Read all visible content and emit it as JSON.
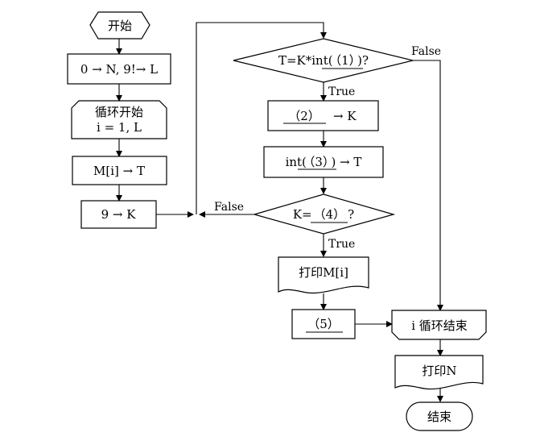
{
  "nodes": {
    "start": "开始",
    "init": "0 → N,  9!→ L",
    "loop_start_line1": "循环开始",
    "loop_start_line2": "i = 1, L",
    "assign_k": "M[i] → T",
    "set_k9": "9 → K",
    "test_t_prefix": "T=K*int(",
    "test_t_blank": "（1）",
    "test_t_suffix": ")?",
    "blank2": "（2）",
    "blank2_suffix": "→  K",
    "int_prefix": "int(",
    "blank3": "（3）",
    "int_suffix": ") →  T",
    "test_k_prefix": "K=",
    "blank4": "（4）",
    "test_k_suffix": "?",
    "print_mi": "打印M[i]",
    "blank5": "（5）",
    "loop_end": "i 循环结束",
    "print_n": "打印N",
    "end": "结束"
  },
  "labels": {
    "false_top": "False",
    "true_top": "True",
    "false_mid": "False",
    "true_mid": "True"
  }
}
